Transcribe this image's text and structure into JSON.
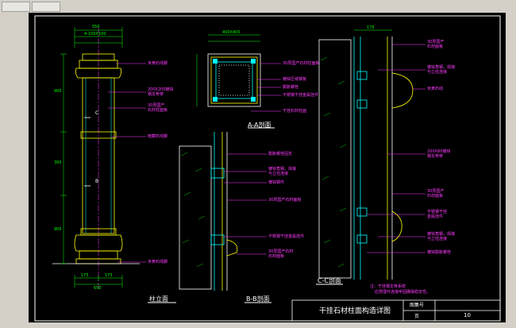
{
  "drawing": {
    "title": "干挂石材柱面构造详图",
    "titleblock": {
      "label_sheet": "图集号",
      "label_page": "页",
      "page_number": "10"
    }
  },
  "views": {
    "elevation": {
      "caption": "柱立面"
    },
    "section_aa": {
      "caption": "A-A剖面"
    },
    "section_bb": {
      "caption": "B-B剖面"
    },
    "section_cc": {
      "caption": "C-C剖面"
    }
  },
  "callouts": {
    "elev_1": "米黄石线脚",
    "elev_2a": "200X200镀锌",
    "elev_2b": "钢龙骨架",
    "elev_3a": "30厚国产",
    "elev_3b": "石材柱面板",
    "elev_4": "暗藏石线脚",
    "elev_5": "米黄石线脚",
    "aa_1": "30厚国产石材柱面板",
    "aa_2": "镀锌压缝钢板",
    "aa_3": "膨胀螺栓",
    "aa_4": "不锈钢干挂金属挂件",
    "aa_5": "干挂石材柱面",
    "bb_1": "膨胀螺栓固定",
    "bb_2a": "镀锌角钢，焊接",
    "bb_2b": "与立柱连接",
    "bb_3": "镀锌钢件",
    "bb_4": "30厚国产石材面板",
    "bb_5": "不锈钢干挂金属挂件",
    "bb_6a": "30厚国产石材",
    "bb_6b": "石材面板",
    "cc_1a": "30厚国产",
    "cc_1b": "石材面板",
    "cc_2a": "镀锌角钢，焊接",
    "cc_2b": "与立柱连接",
    "cc_3": "米黄石线",
    "cc_4a": "200X60镀锌",
    "cc_4b": "钢龙骨架",
    "cc_5a": "30厚国产",
    "cc_5b": "石材面板",
    "cc_6a": "不锈钢干挂",
    "cc_6b": "金属挂件",
    "cc_7a": "镀锌角钢，焊接",
    "cc_7b": "与立柱连接",
    "cc_8": "镀锌膨胀螺栓"
  },
  "notes": {
    "line1": "注：干挂钢龙骨系统",
    "line2": "应预埋件连接牢固确保稳定性。"
  },
  "dims": {
    "d_top1": "550",
    "d_top2": "4-100X100",
    "d_aa_top": "400X400",
    "d_cc_top": "170",
    "d_elev_left1": "900",
    "d_elev_left2": "300",
    "d_elev_left3": "900",
    "d_elev_bot1": "175",
    "d_elev_bot2": "175",
    "d_elev_bot3": "650"
  },
  "colors": {
    "bg": "#000000",
    "frame": "#d4d0c8",
    "line_cyan": "#00ffff",
    "line_yellow": "#ffff00",
    "line_green": "#00ff00",
    "line_magenta": "#ff3bff",
    "line_white": "#ffffff"
  }
}
